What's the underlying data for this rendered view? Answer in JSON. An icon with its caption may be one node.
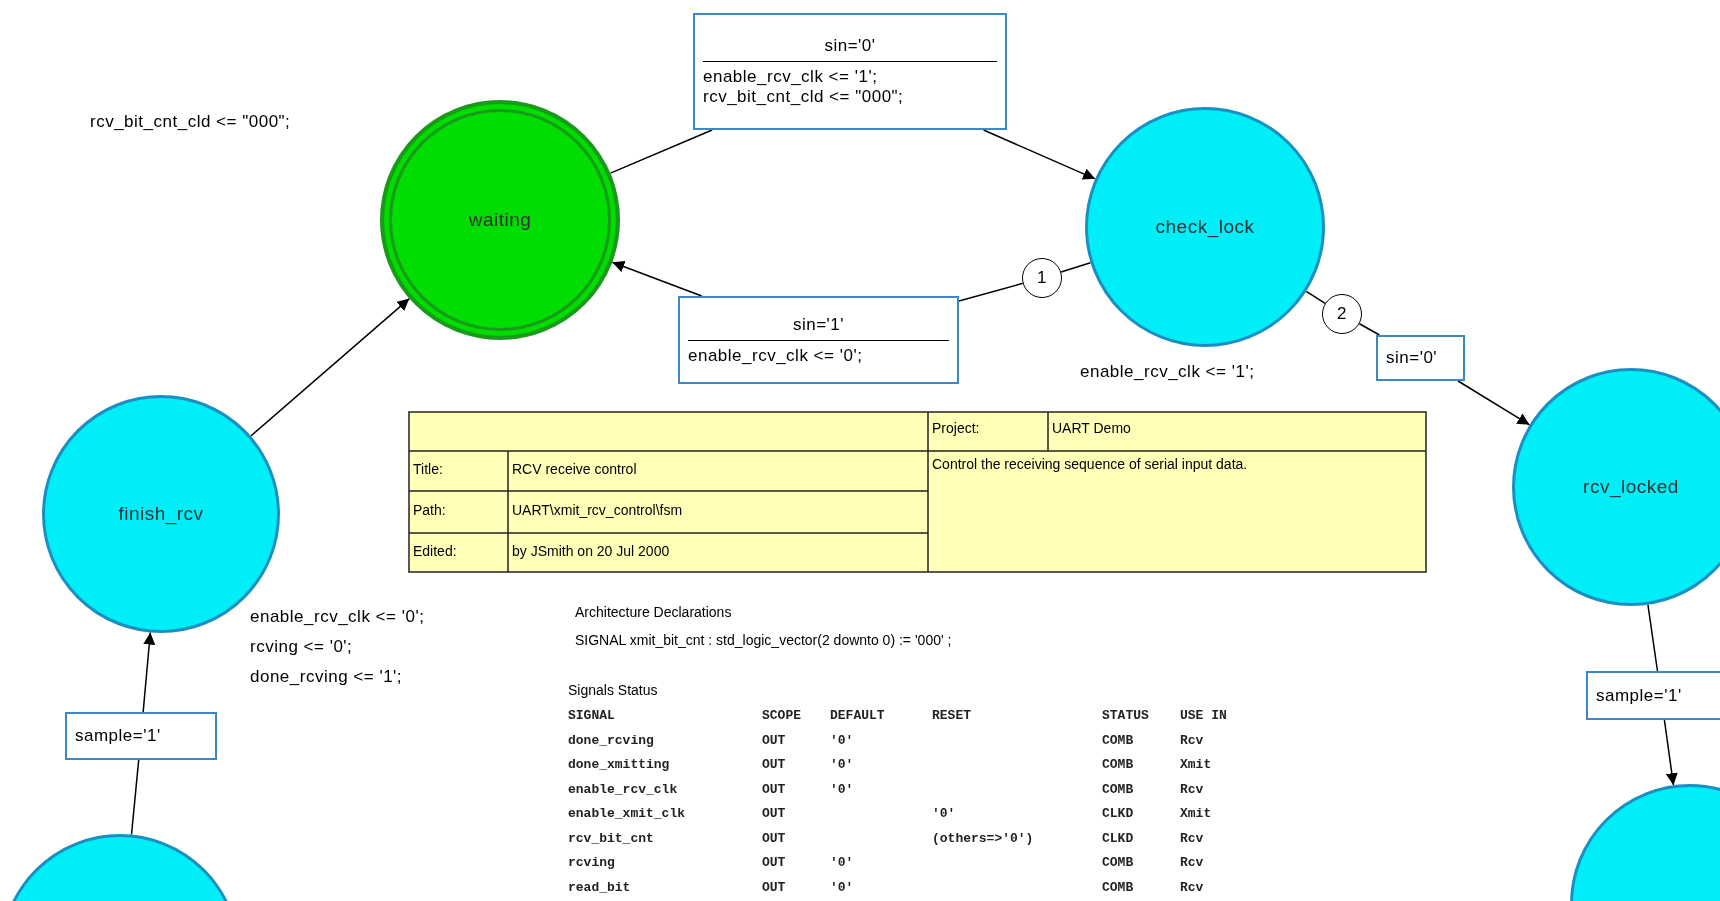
{
  "diagram": {
    "nodes": [
      {
        "text": [
          "waiting"
        ]
      },
      {
        "text": [
          "sin='0'",
          "enable_rcv_clk <= '1';",
          "rcv_bit_cnt_cld <= \"000\";"
        ]
      },
      {
        "text": [
          "check_lock"
        ],
        "beside": [
          "enable_rcv_clk <= '1';"
        ]
      },
      {
        "text": [
          "1"
        ]
      },
      {
        "text": [
          "sin='1'",
          "enable_rcv_clk <= '0';"
        ]
      },
      {
        "text": [
          "2"
        ]
      },
      {
        "text": [
          "sin='0'"
        ]
      },
      {
        "text": [
          "rcv_locked"
        ]
      },
      {
        "text": [
          "sample='1'"
        ]
      },
      {
        "text": [],
        "shape": "circle"
      },
      {
        "text": [
          "finish_rcv"
        ],
        "beside": [
          "enable_rcv_clk <= '0';",
          "rcving <= '0';",
          "done_rcving <= '1';"
        ]
      },
      {
        "text": [
          "sample='1'"
        ]
      },
      {
        "text": [],
        "shape": "circle"
      }
    ],
    "edges": [
      {
        "from": 0,
        "to": 1,
        "arrow": "none"
      },
      {
        "from": 1,
        "to": 2,
        "arrow": "to"
      },
      {
        "from": 2,
        "to": 3,
        "arrow": "none"
      },
      {
        "from": 3,
        "to": 4,
        "arrow": "none"
      },
      {
        "from": 4,
        "to": 0,
        "arrow": "to"
      },
      {
        "from": 2,
        "to": 5,
        "arrow": "none"
      },
      {
        "from": 5,
        "to": 6,
        "arrow": "none"
      },
      {
        "from": 6,
        "to": 7,
        "arrow": "to"
      },
      {
        "from": 7,
        "to": 8,
        "arrow": "none"
      },
      {
        "from": 8,
        "to": 12,
        "arrow": "to"
      },
      {
        "from": 9,
        "to": 11,
        "arrow": "none"
      },
      {
        "from": 11,
        "to": 10,
        "arrow": "to"
      },
      {
        "from": 10,
        "to": 0,
        "arrow": "to"
      }
    ],
    "labels": [
      "Project:",
      "UART Demo",
      "Title:",
      "RCV receive control",
      "Control the receiving sequence of serial input data.",
      "Path:",
      "UART\\xmit_rcv_control\\fsm",
      "Edited:",
      "by JSmith on 20 Jul 2000",
      "Architecture Declarations",
      "SIGNAL xmit_bit_cnt : std_logic_vector(2 downto 0) := '000' ;",
      "Signals Status",
      "SIGNAL",
      "SCOPE",
      "DEFAULT",
      "RESET",
      "STATUS",
      "USE IN",
      "done_rcving",
      "OUT",
      "'0'",
      "COMB",
      "Rcv",
      "done_xmitting",
      "OUT",
      "'0'",
      "COMB",
      "Xmit",
      "enable_rcv_clk",
      "OUT",
      "'0'",
      "COMB",
      "Rcv",
      "enable_xmit_clk",
      "OUT",
      "'0'",
      "CLKD",
      "Xmit",
      "rcv_bit_cnt",
      "OUT",
      "(others=>'0')",
      "CLKD",
      "Rcv",
      "rcving",
      "OUT",
      "'0'",
      "COMB",
      "Rcv",
      "read_bit",
      "OUT",
      "'0'",
      "COMB",
      "Rcv",
      "rcv_bit_cnt_cld <= \"000\";"
    ]
  }
}
